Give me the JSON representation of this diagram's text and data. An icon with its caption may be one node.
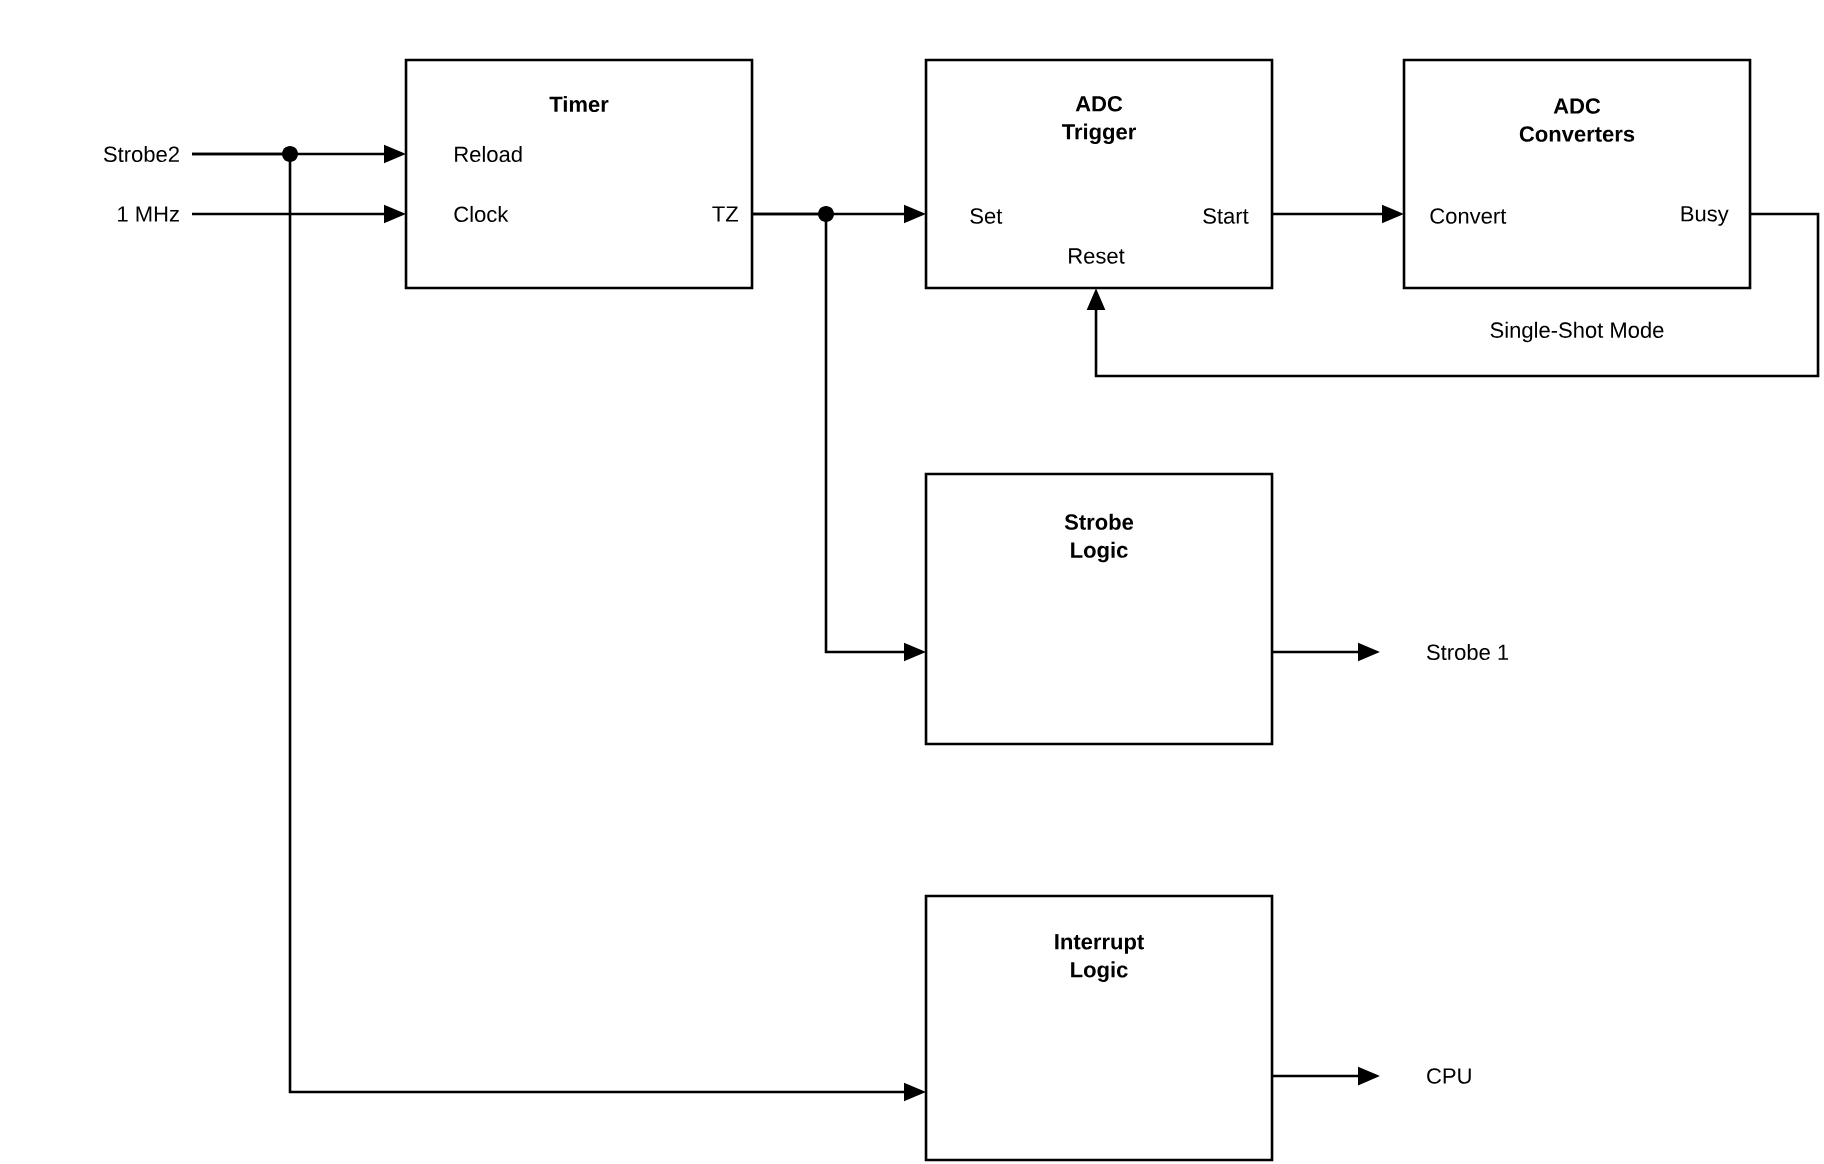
{
  "diagram": {
    "nodes": [
      {
        "text": [
          "Strobe2"
        ]
      },
      {
        "text": [
          "1 MHz"
        ]
      },
      {
        "text": [
          "Timer",
          "Reload",
          "Clock",
          "TZ"
        ]
      },
      {
        "text": [
          "ADC Trigger",
          "Set",
          "Reset",
          "Start"
        ]
      },
      {
        "text": [
          "ADC Converters",
          "Convert",
          "Busy"
        ],
        "beside": [
          "Single-Shot Mode"
        ]
      },
      {
        "text": [
          "Strobe Logic"
        ]
      },
      {
        "text": [
          "Strobe 1"
        ]
      },
      {
        "text": [
          "Interrupt Logic"
        ]
      },
      {
        "text": [
          "CPU"
        ]
      }
    ],
    "edges": [
      {
        "from": 0,
        "to": 2,
        "arrow": "to"
      },
      {
        "from": 1,
        "to": 2,
        "arrow": "to"
      },
      {
        "from": 2,
        "to": 3,
        "arrow": "to"
      },
      {
        "from": 2,
        "to": 5,
        "arrow": "to"
      },
      {
        "from": 0,
        "to": 7,
        "arrow": "to"
      },
      {
        "from": 3,
        "to": 4,
        "arrow": "to"
      },
      {
        "from": 4,
        "to": 3,
        "arrow": "to"
      },
      {
        "from": 5,
        "to": 6,
        "arrow": "to"
      },
      {
        "from": 7,
        "to": 8,
        "arrow": "to"
      }
    ]
  }
}
